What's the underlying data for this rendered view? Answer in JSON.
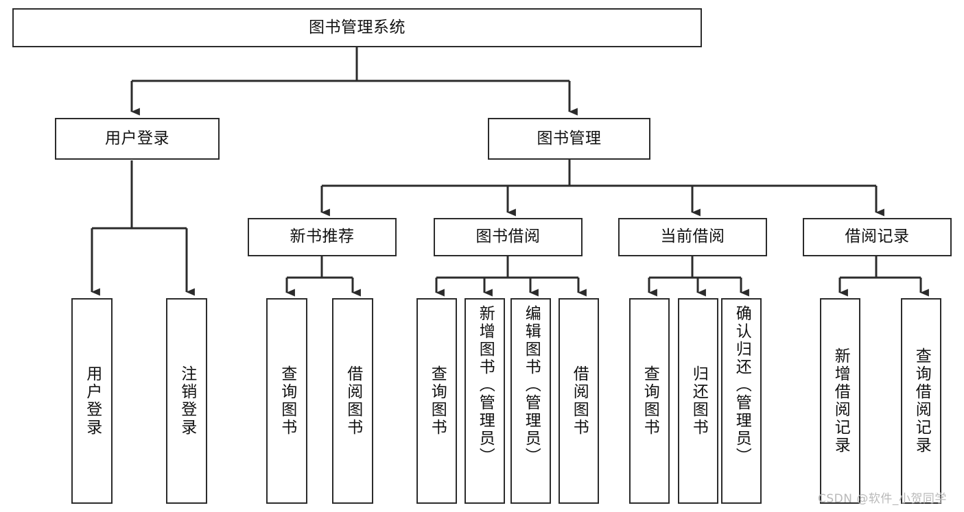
{
  "diagram": {
    "type": "tree",
    "title_node": "图书管理系统",
    "watermark": "CSDN @软件_小贺同学",
    "colors": {
      "box_border": "#2b2b2b",
      "box_fill": "#ffffff",
      "connector": "#2b2b2b",
      "text": "#111111",
      "watermark": "#b9b9b9",
      "background": "#ffffff"
    },
    "nodes": {
      "root": {
        "label": "图书管理系统"
      },
      "level2": [
        {
          "id": "user-login",
          "label": "用户登录"
        },
        {
          "id": "book-management",
          "label": "图书管理"
        }
      ],
      "level3": [
        {
          "id": "new-book-recommend",
          "label": "新书推荐"
        },
        {
          "id": "book-borrow",
          "label": "图书借阅"
        },
        {
          "id": "current-borrow",
          "label": "当前借阅"
        },
        {
          "id": "borrow-record",
          "label": "借阅记录"
        }
      ],
      "leaves": [
        {
          "id": "leaf-user-login",
          "label": "用户登录",
          "parent": "user-login"
        },
        {
          "id": "leaf-logout-login",
          "label": "注销登录",
          "parent": "user-login"
        },
        {
          "id": "leaf-query-book-1",
          "label": "查询图书",
          "parent": "new-book-recommend"
        },
        {
          "id": "leaf-borrow-book-1",
          "label": "借阅图书",
          "parent": "new-book-recommend"
        },
        {
          "id": "leaf-query-book-2",
          "label": "查询图书",
          "parent": "book-borrow"
        },
        {
          "id": "leaf-add-book-admin",
          "label": "新增图书（管理员）",
          "parent": "book-borrow"
        },
        {
          "id": "leaf-edit-book-admin",
          "label": "编辑图书（管理员）",
          "parent": "book-borrow"
        },
        {
          "id": "leaf-borrow-book-2",
          "label": "借阅图书",
          "parent": "book-borrow"
        },
        {
          "id": "leaf-query-book-3",
          "label": "查询图书",
          "parent": "current-borrow"
        },
        {
          "id": "leaf-return-book",
          "label": "归还图书",
          "parent": "current-borrow"
        },
        {
          "id": "leaf-confirm-return-admin",
          "label": "确认归还（管理员）",
          "parent": "current-borrow"
        },
        {
          "id": "leaf-add-borrow-record",
          "label": "新增借阅记录",
          "parent": "borrow-record"
        },
        {
          "id": "leaf-query-borrow-record",
          "label": "查询借阅记录",
          "parent": "borrow-record"
        }
      ]
    }
  }
}
